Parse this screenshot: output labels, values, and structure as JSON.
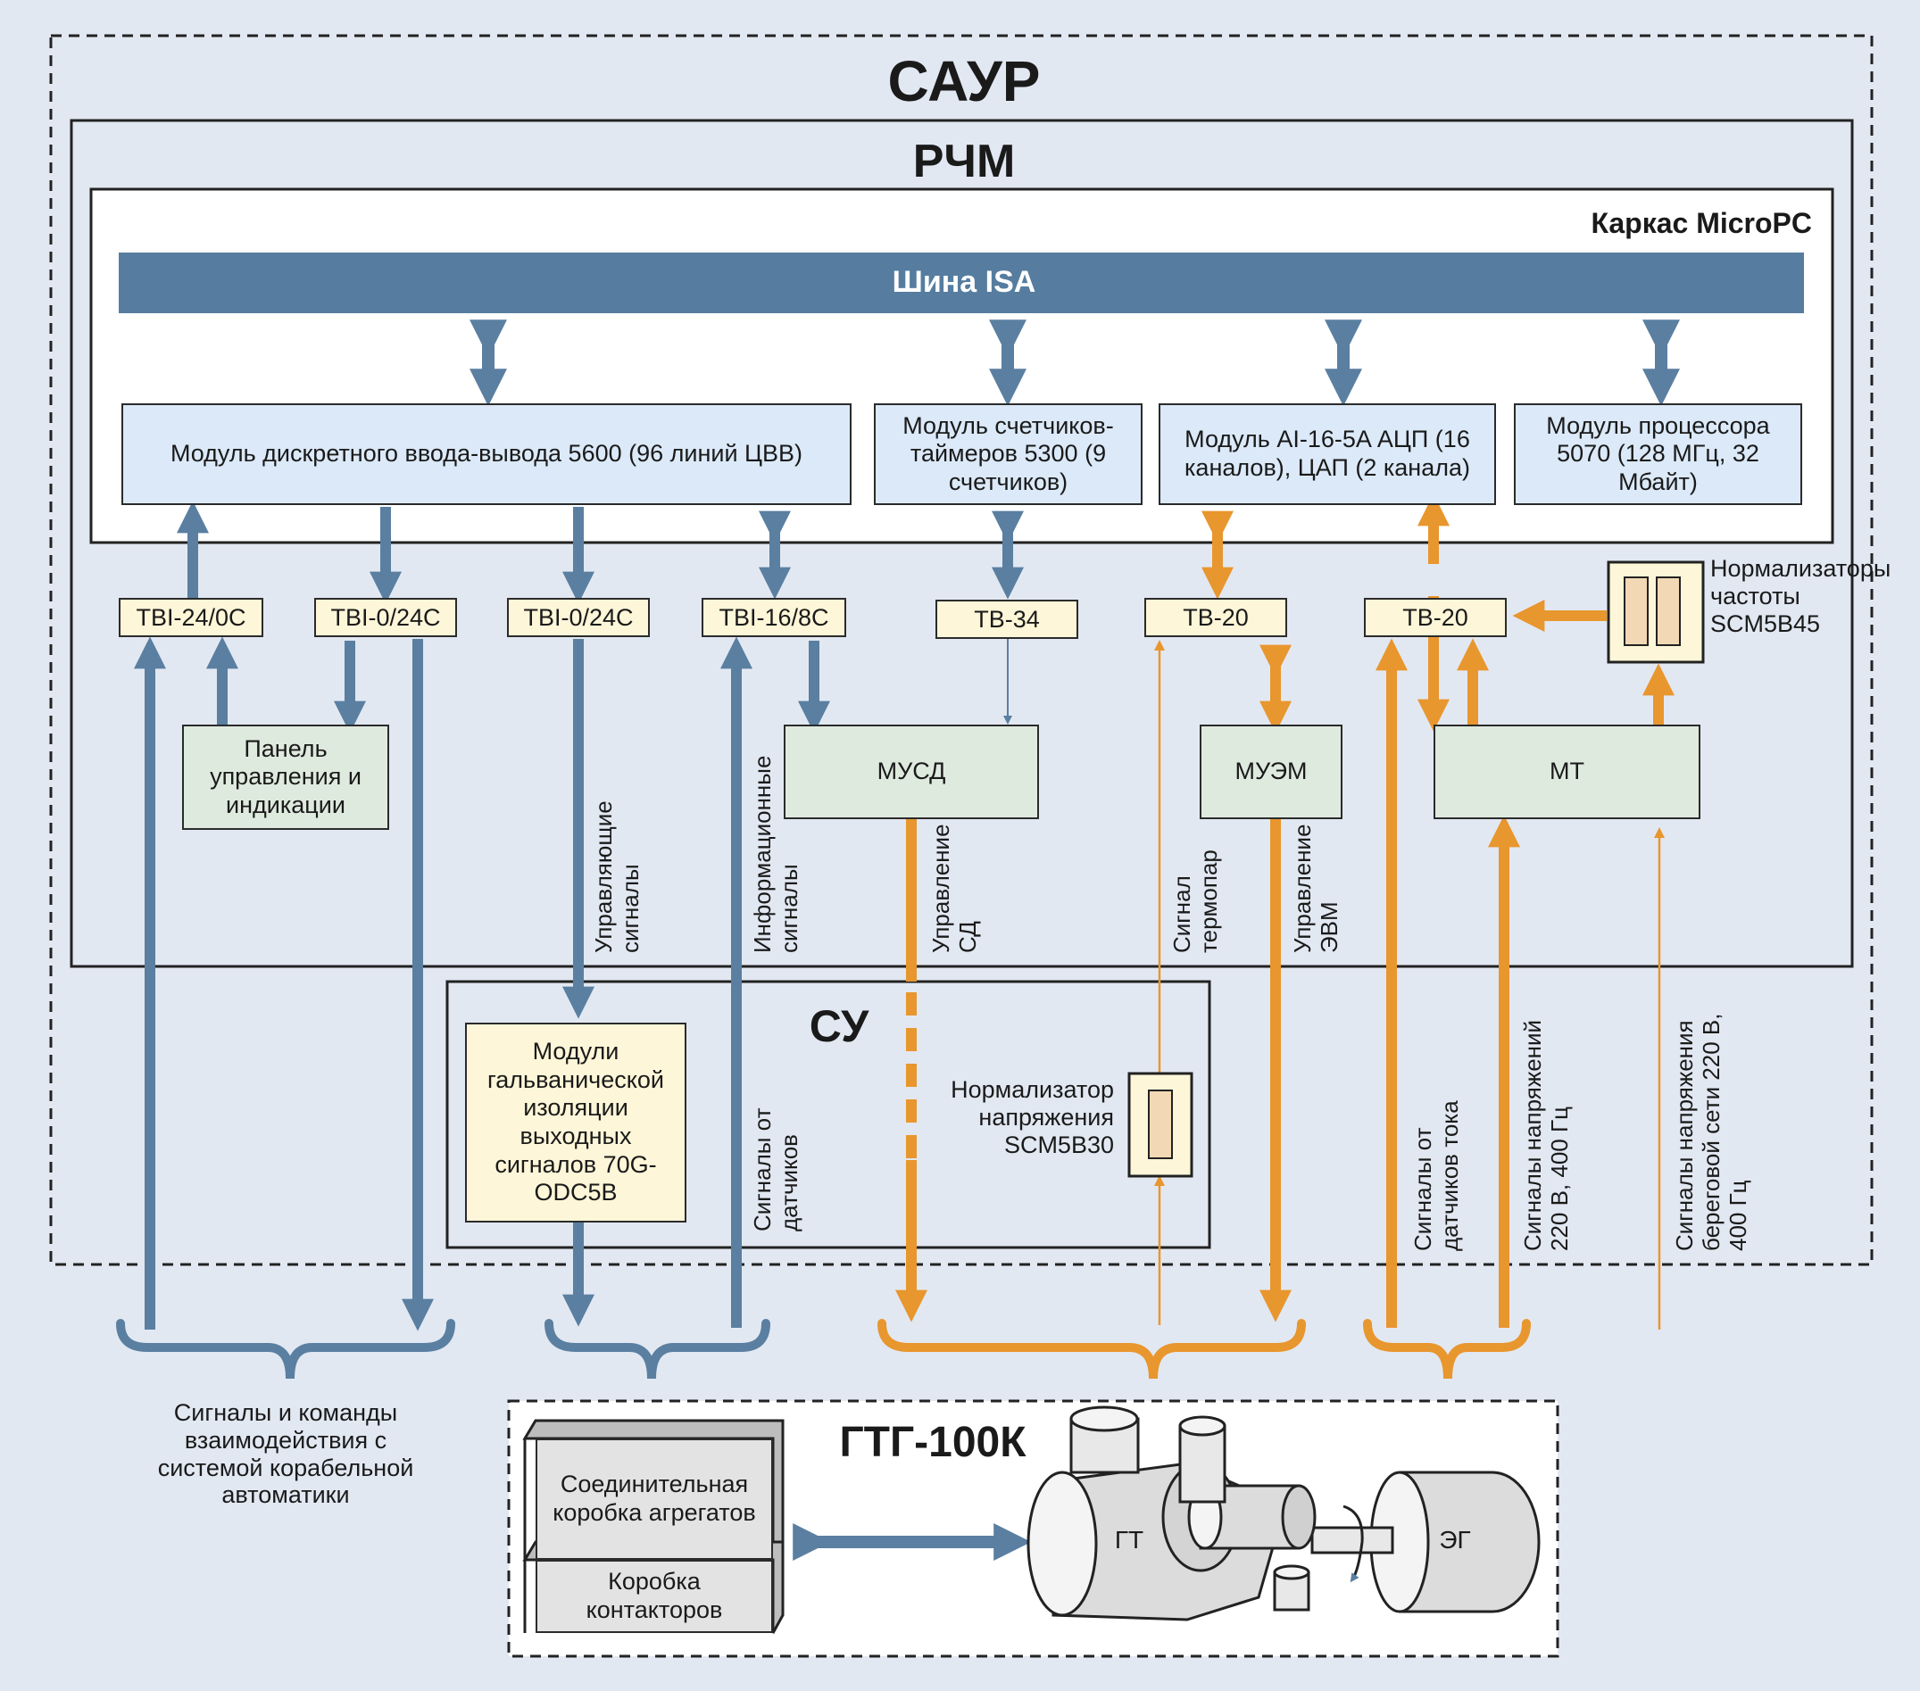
{
  "titles": {
    "saur": "САУР",
    "rchm": "РЧМ",
    "frame": "Каркас MicroPC",
    "bus": "Шина ISA",
    "su": "СУ",
    "gtg": "ГТГ-100К"
  },
  "modules": {
    "dio": "Модуль дискретного ввода-вывода 5600 (96 линий ЦВВ)",
    "counter": "Модуль счетчиков-таймеров 5300 (9 счетчиков)",
    "adc": "Модуль AI-16-5A АЦП (16 каналов), ЦАП (2 канала)",
    "cpu": "Модуль процессора 5070 (128 МГц, 32 Мбайт)"
  },
  "terminals": {
    "tbi1": "TBI-24/0C",
    "tbi2": "TBI-0/24C",
    "tbi3": "TBI-0/24C",
    "tbi4": "TBI-16/8C",
    "tb34": "TB-34",
    "tb20a": "TB-20",
    "tb20b": "TB-20"
  },
  "units": {
    "panel": "Панель управления и индикации",
    "musd": "МУСД",
    "muem": "МУЭМ",
    "mt": "МТ",
    "isolation": "Модули гальванической изоляции выходных сигналов 70G-ODC5B",
    "freq_norm": "Нормализаторы частоты SCM5B45",
    "volt_norm": "Нормализатор напряжения SCM5B30",
    "junction_box": "Соединительная коробка агрегатов",
    "contactor_box": "Коробка контакторов",
    "gt": "ГТ",
    "eg": "ЭГ"
  },
  "signals": {
    "control": "Управляющие сигналы",
    "info": "Информационные сигналы",
    "sensors": "Сигналы от датчиков",
    "sd_control": "Управление СД",
    "thermo": "Сигнал термопар",
    "evm_control": "Управление ЭВМ",
    "current": "Сигналы от датчиков тока",
    "voltage": "Сигналы напряжений 220 В, 400 Гц",
    "shore": "Сигналы напряжения береговой сети 220 В, 400 Гц",
    "interaction": "Сигналы и команды взаимодействия с системой корабельной автоматики"
  },
  "colors": {
    "blue_arrow": "#5a7fa1",
    "orange_arrow": "#e8962e",
    "bus": "#567d9f",
    "module_fill": "#dbe9f8",
    "unit_fill": "#dfeadf",
    "terminal_fill": "#fdf6d8"
  }
}
